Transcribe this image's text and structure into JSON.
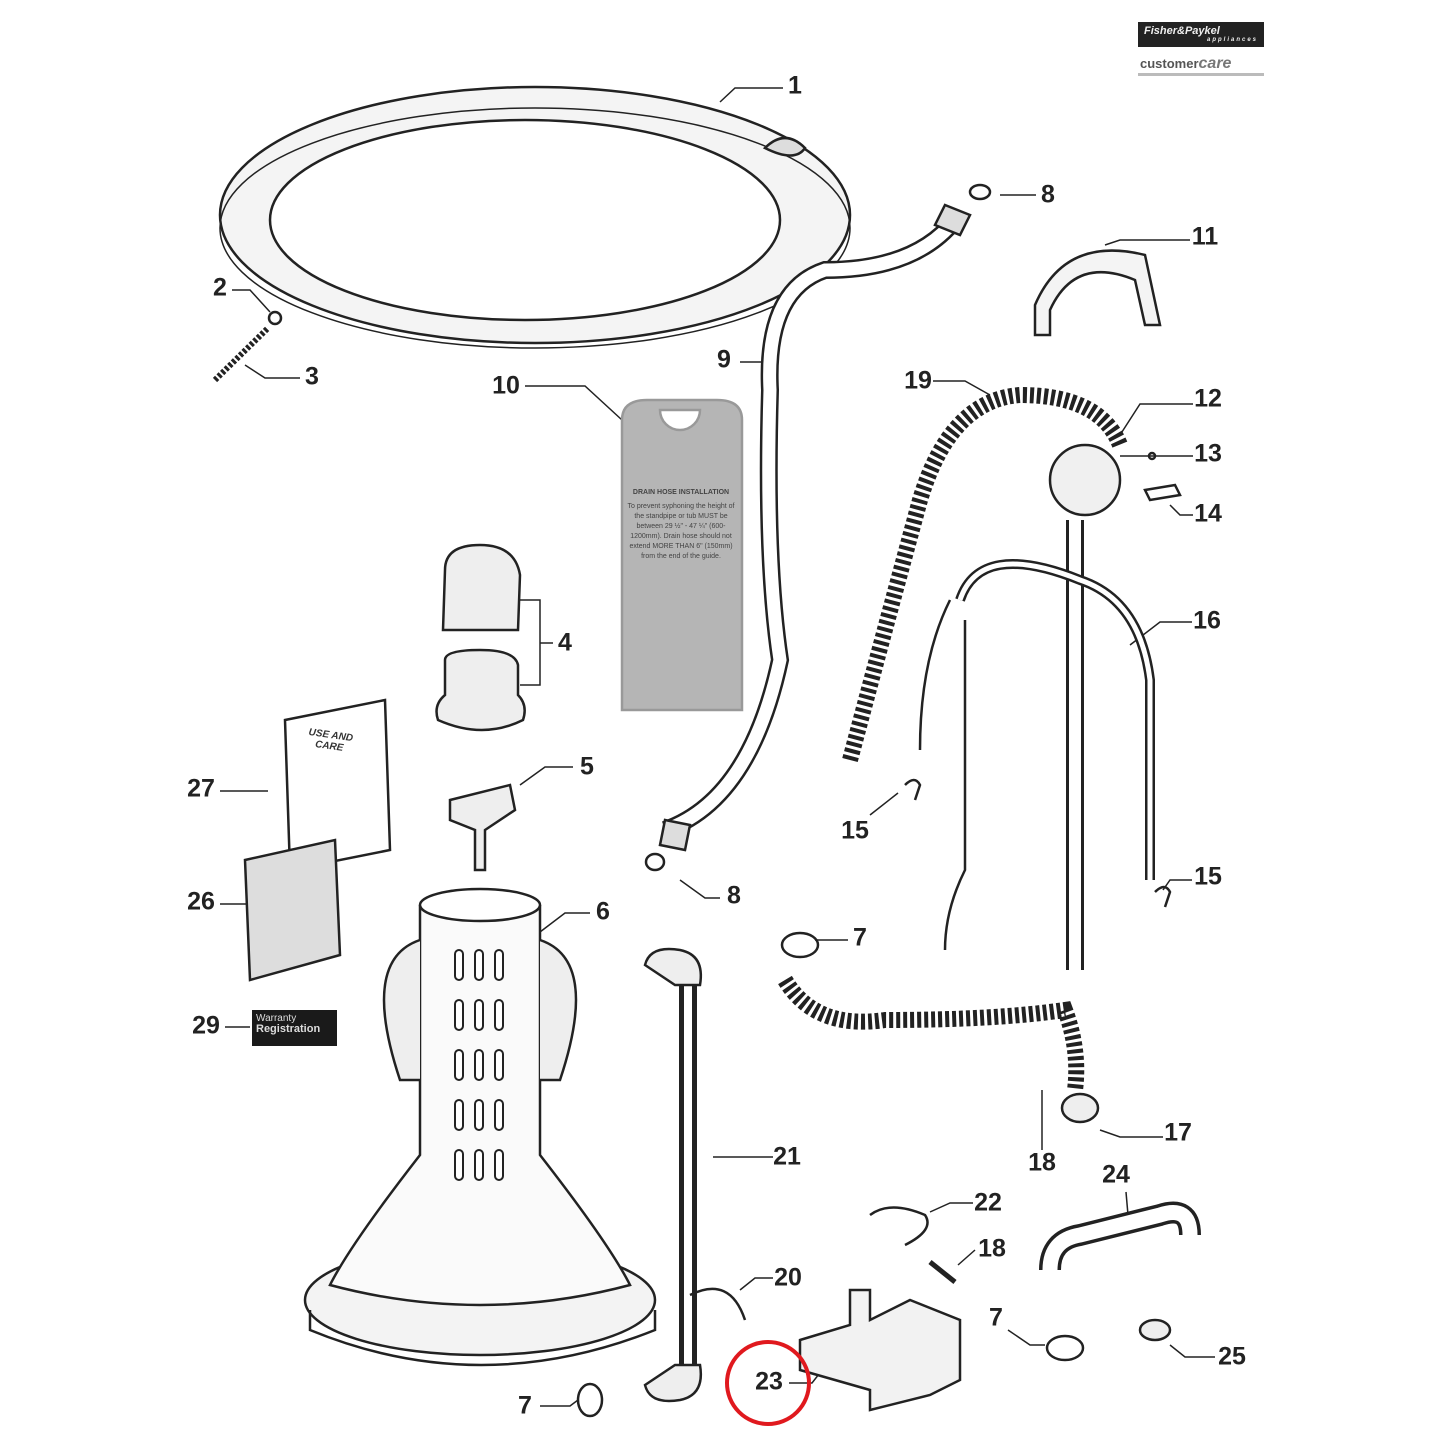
{
  "logo": {
    "brand": "Fisher&Paykel",
    "sub": "appliances",
    "customer": "customer",
    "care": "care"
  },
  "tag": {
    "title": "DRAIN HOSE INSTALLATION",
    "body": "To prevent syphoning the height of the standpipe or tub MUST be between 29 ½\" - 47 ¼\" (600-1200mm). Drain hose should not extend MORE THAN 6\" (150mm) from the end of the guide."
  },
  "booklet": {
    "title": "USE AND CARE"
  },
  "registration": {
    "line1": "Warranty",
    "line2": "Registration"
  },
  "callouts": [
    "1",
    "8",
    "11",
    "2",
    "3",
    "9",
    "10",
    "19",
    "12",
    "13",
    "14",
    "4",
    "16",
    "5",
    "27",
    "15",
    "8",
    "15",
    "26",
    "6",
    "7",
    "29",
    "21",
    "17",
    "18",
    "24",
    "22",
    "18",
    "20",
    "7",
    "25",
    "23",
    "7"
  ],
  "highlight": {
    "part": "23",
    "color": "#e0191e"
  }
}
